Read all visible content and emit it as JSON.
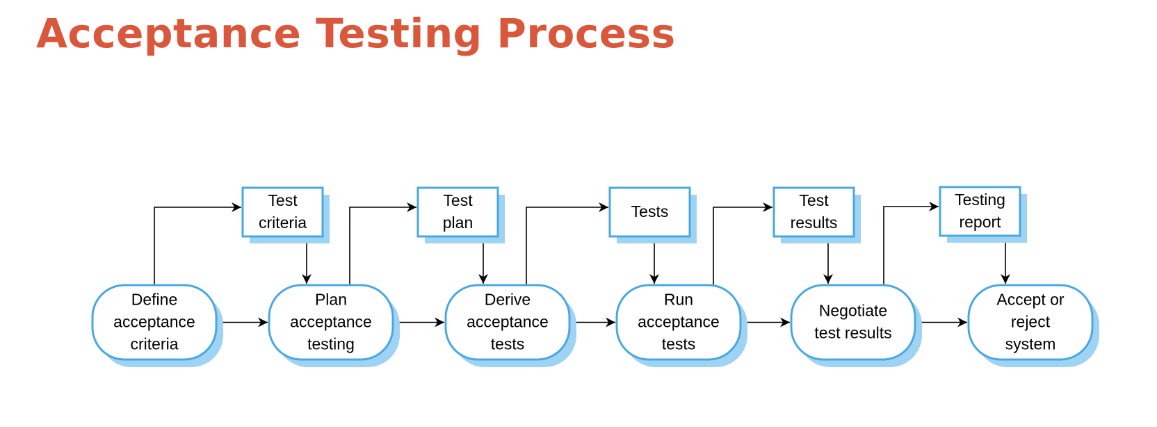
{
  "title": "Acceptance Testing Process",
  "colors": {
    "title": "#d9573a",
    "box_border": "#4aa8e0",
    "shadow": "#9fd3f3",
    "arrow": "#000000"
  },
  "activities": [
    {
      "id": "define",
      "lines": [
        "Define",
        "acceptance",
        "criteria"
      ]
    },
    {
      "id": "plan",
      "lines": [
        "Plan",
        "acceptance",
        "testing"
      ]
    },
    {
      "id": "derive",
      "lines": [
        "Derive",
        "acceptance",
        "tests"
      ]
    },
    {
      "id": "run",
      "lines": [
        "Run",
        "acceptance",
        "tests"
      ]
    },
    {
      "id": "negotiate",
      "lines": [
        "Negotiate",
        "test results"
      ]
    },
    {
      "id": "accept",
      "lines": [
        "Accept or",
        "reject",
        "system"
      ]
    }
  ],
  "documents": [
    {
      "id": "test-criteria",
      "lines": [
        "Test",
        "criteria"
      ]
    },
    {
      "id": "test-plan",
      "lines": [
        "Test",
        "plan"
      ]
    },
    {
      "id": "tests",
      "lines": [
        "Tests"
      ]
    },
    {
      "id": "test-results",
      "lines": [
        "Test",
        "results"
      ]
    },
    {
      "id": "testing-report",
      "lines": [
        "Testing",
        "report"
      ]
    }
  ]
}
